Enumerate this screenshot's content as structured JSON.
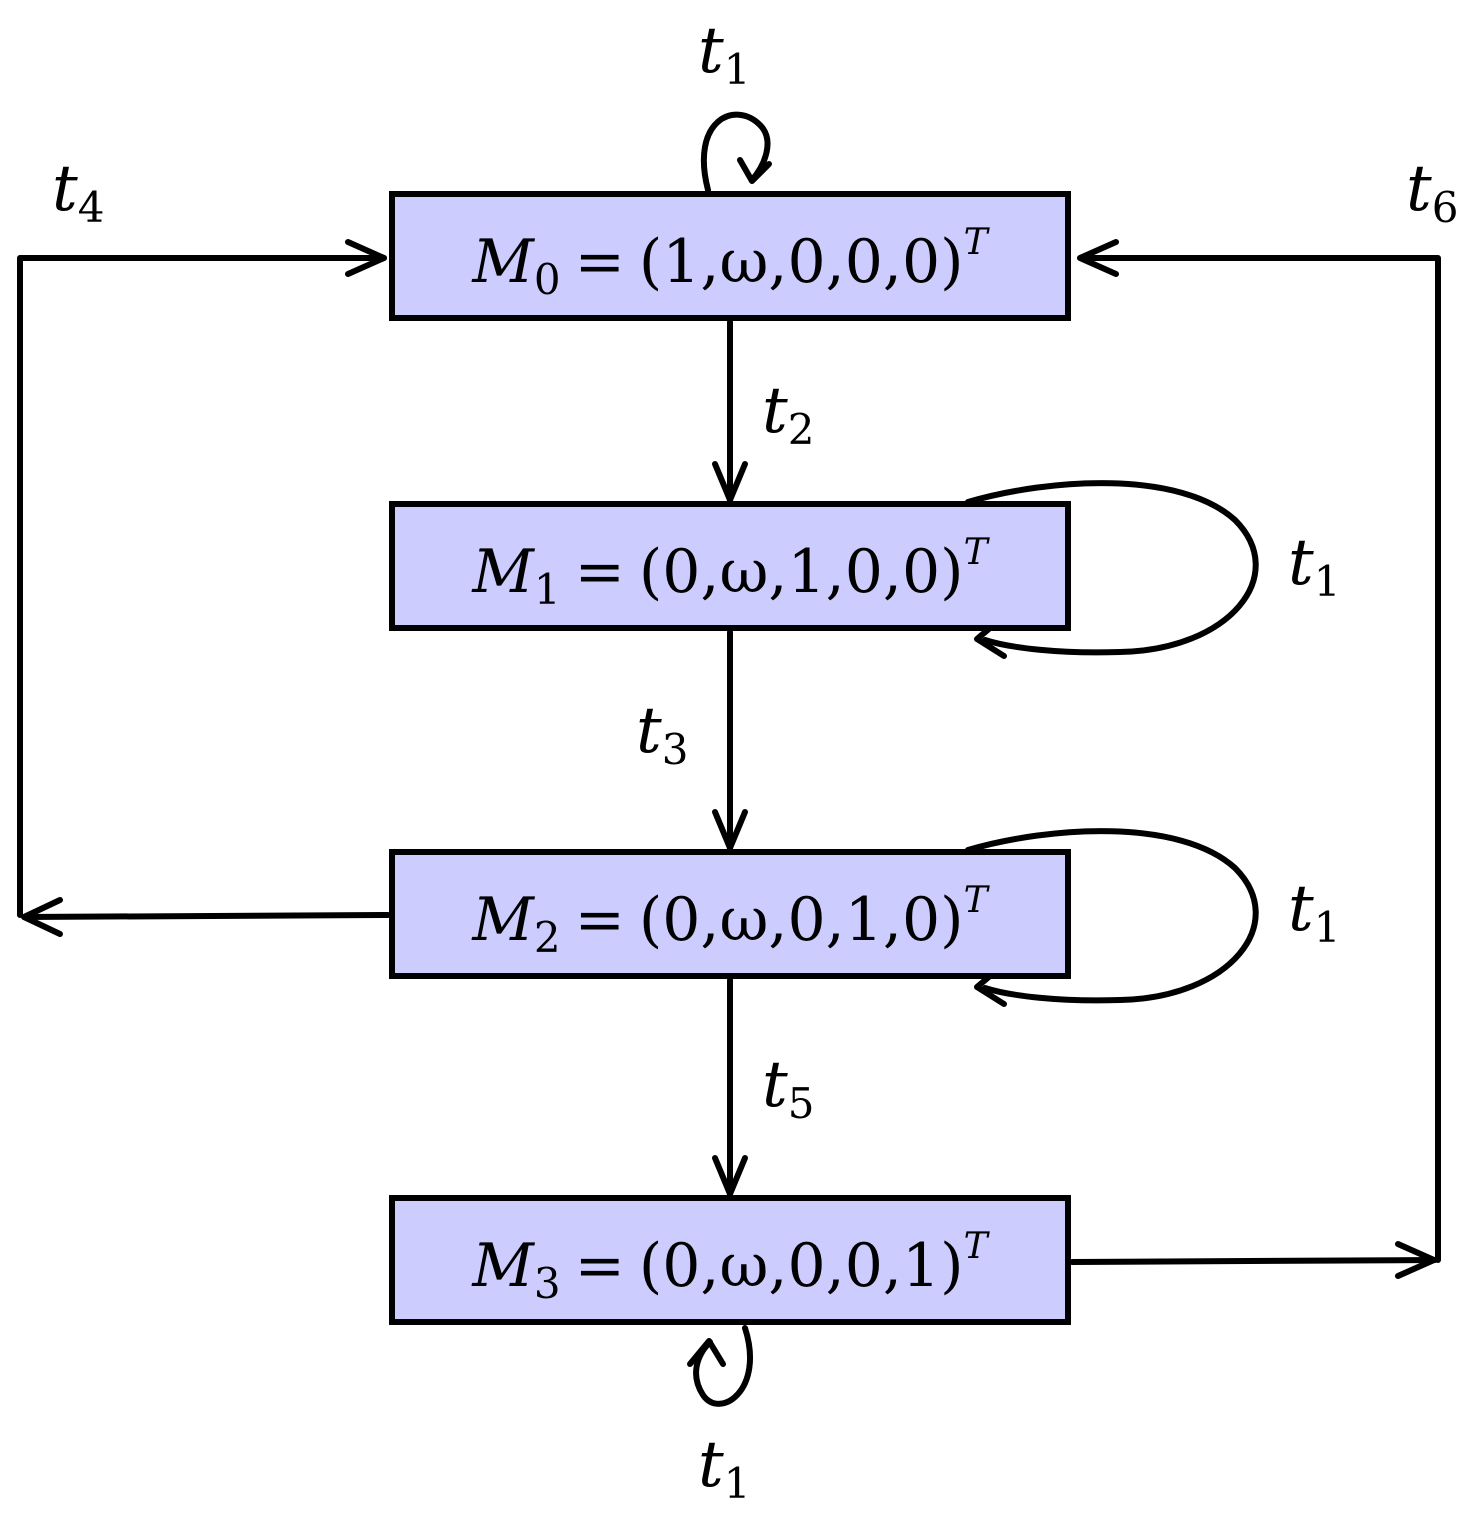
{
  "nodes": [
    {
      "id": "M0",
      "symbol": "M",
      "index": "0",
      "equals": "=",
      "vector": "(1,ω,0,0,0)",
      "sup": "T"
    },
    {
      "id": "M1",
      "symbol": "M",
      "index": "1",
      "equals": "=",
      "vector": "(0,ω,1,0,0)",
      "sup": "T"
    },
    {
      "id": "M2",
      "symbol": "M",
      "index": "2",
      "equals": "=",
      "vector": "(0,ω,0,1,0)",
      "sup": "T"
    },
    {
      "id": "M3",
      "symbol": "M",
      "index": "3",
      "equals": "=",
      "vector": "(0,ω,0,0,1)",
      "sup": "T"
    }
  ],
  "edges": [
    {
      "id": "M0-self",
      "from": "M0",
      "to": "M0",
      "symbol": "t",
      "index": "1"
    },
    {
      "id": "M0-M1",
      "from": "M0",
      "to": "M1",
      "symbol": "t",
      "index": "2"
    },
    {
      "id": "M1-self",
      "from": "M1",
      "to": "M1",
      "symbol": "t",
      "index": "1"
    },
    {
      "id": "M1-M2",
      "from": "M1",
      "to": "M2",
      "symbol": "t",
      "index": "3"
    },
    {
      "id": "M2-self",
      "from": "M2",
      "to": "M2",
      "symbol": "t",
      "index": "1"
    },
    {
      "id": "M2-M0",
      "from": "M2",
      "to": "M0",
      "symbol": "t",
      "index": "4"
    },
    {
      "id": "M2-M3",
      "from": "M2",
      "to": "M3",
      "symbol": "t",
      "index": "5"
    },
    {
      "id": "M3-self",
      "from": "M3",
      "to": "M3",
      "symbol": "t",
      "index": "1"
    },
    {
      "id": "M3-M0",
      "from": "M3",
      "to": "M0",
      "symbol": "t",
      "index": "6"
    }
  ],
  "colors": {
    "node_fill": "#ccccff",
    "stroke": "#000000"
  }
}
